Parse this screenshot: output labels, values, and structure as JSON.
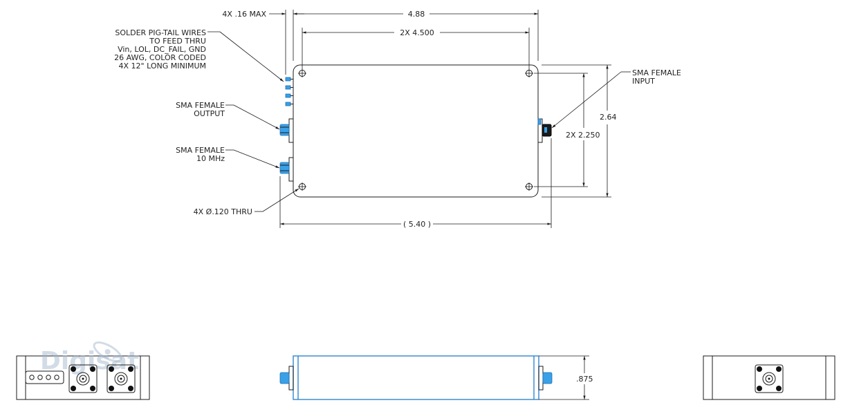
{
  "dimensions": {
    "feed_thru_length": "4X .16 MAX",
    "overall_body_width": "4.88",
    "hole_spacing_x": "2X 4.500",
    "body_height": "2.64",
    "hole_spacing_y": "2X 2.250",
    "overall_length": "5.40",
    "hole_callout": "4X Ø.120 THRU",
    "side_height": ".875"
  },
  "callouts": {
    "feed_thru": [
      "SOLDER PIG-TAIL WIRES",
      "TO FEED THRU",
      "Vin, LOL, DC_FAIL, GND",
      "26 AWG, COLOR CODED",
      "4X 12\" LONG MINIMUM"
    ],
    "output": [
      "SMA FEMALE",
      "OUTPUT"
    ],
    "ref_input": [
      "SMA FEMALE",
      "10 MHz"
    ],
    "rf_input": [
      "SMA FEMALE",
      "INPUT"
    ]
  },
  "watermark": "Digisat",
  "colors": {
    "line": "#1a1a1a",
    "connector": "#3aa0e8",
    "side_view": "#2f86d0"
  }
}
